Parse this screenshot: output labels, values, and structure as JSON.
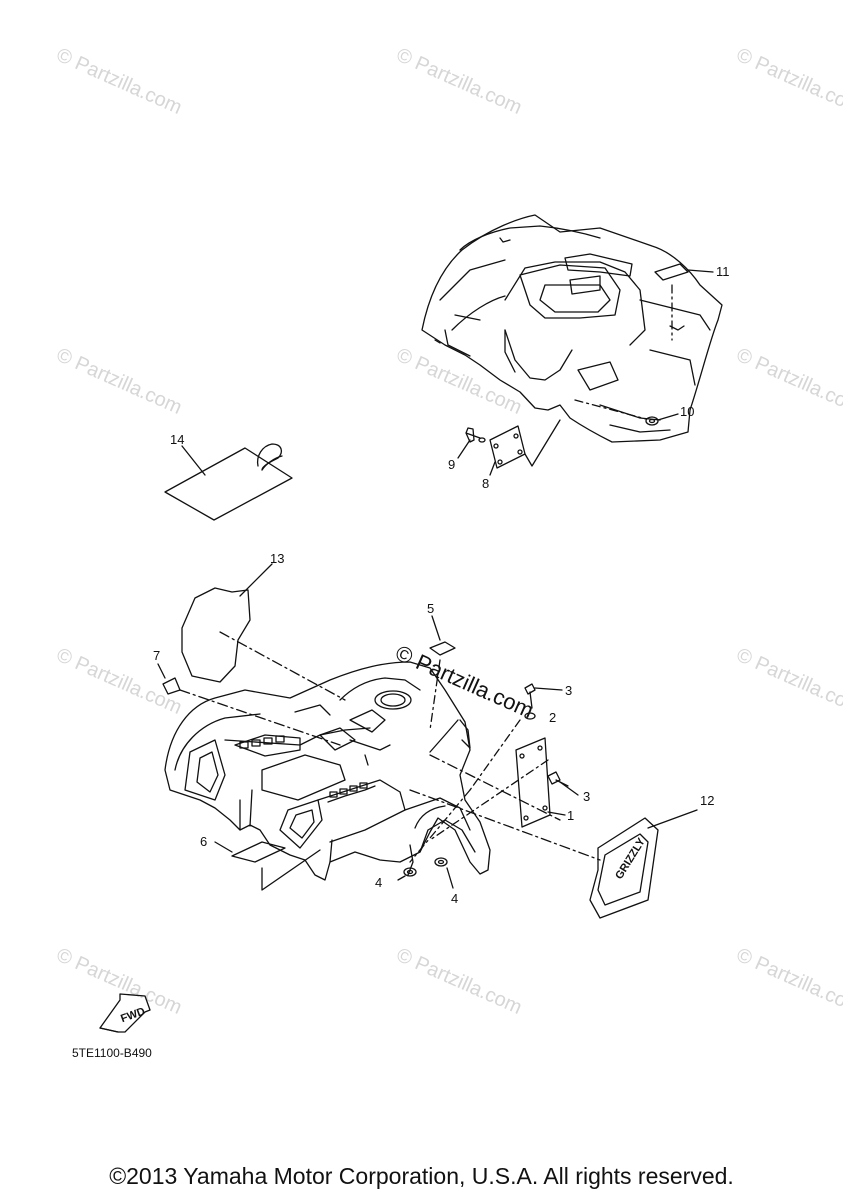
{
  "watermarks": [
    "© Partzilla.com",
    "© Partzilla.com",
    "© Partzilla.com",
    "© Partzilla.com",
    "© Partzilla.com",
    "© Partzilla.com",
    "© Partzilla.com",
    "© Partzilla.com",
    "© Partzilla.com",
    "© Partzilla.com",
    "© Partzilla.com"
  ],
  "center_watermark": "© Partzilla.com",
  "callouts": [
    "1",
    "2",
    "3",
    "3",
    "4",
    "4",
    "5",
    "6",
    "7",
    "8",
    "9",
    "10",
    "11",
    "12",
    "13",
    "14"
  ],
  "fwd_label": "FWD",
  "plate_text": "GRIZZLY",
  "diagram_code": "5TE1100-B490",
  "copyright": "©2013 Yamaha Motor Corporation, U.S.A. All rights reserved."
}
